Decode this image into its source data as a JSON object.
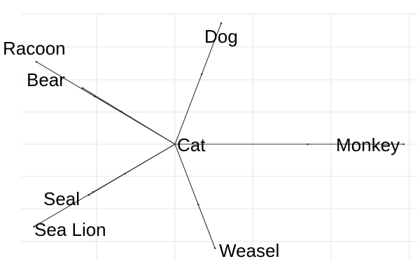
{
  "chart_data": {
    "type": "tree",
    "title": "",
    "grid": true,
    "edge_color": "#333333",
    "grid_color": "#e6e6e6",
    "root": {
      "id": "cat",
      "label": "Cat",
      "x": 0,
      "y": 0
    },
    "leaves": [
      {
        "id": "dog",
        "label": "Dog",
        "x": 0.6,
        "y": 1.57
      },
      {
        "id": "racoon",
        "label": "Racoon",
        "x": -1.8,
        "y": 1.07
      },
      {
        "id": "bear",
        "label": "Bear",
        "x": -1.2,
        "y": 0.73
      },
      {
        "id": "monkey",
        "label": "Monkey",
        "x": 2.97,
        "y": 0
      },
      {
        "id": "seal",
        "label": "Seal",
        "x": -1.12,
        "y": -0.66
      },
      {
        "id": "sealion",
        "label": "Sea Lion",
        "x": -1.83,
        "y": -1.07
      },
      {
        "id": "weasel",
        "label": "Weasel",
        "x": 0.52,
        "y": -1.35
      }
    ]
  }
}
